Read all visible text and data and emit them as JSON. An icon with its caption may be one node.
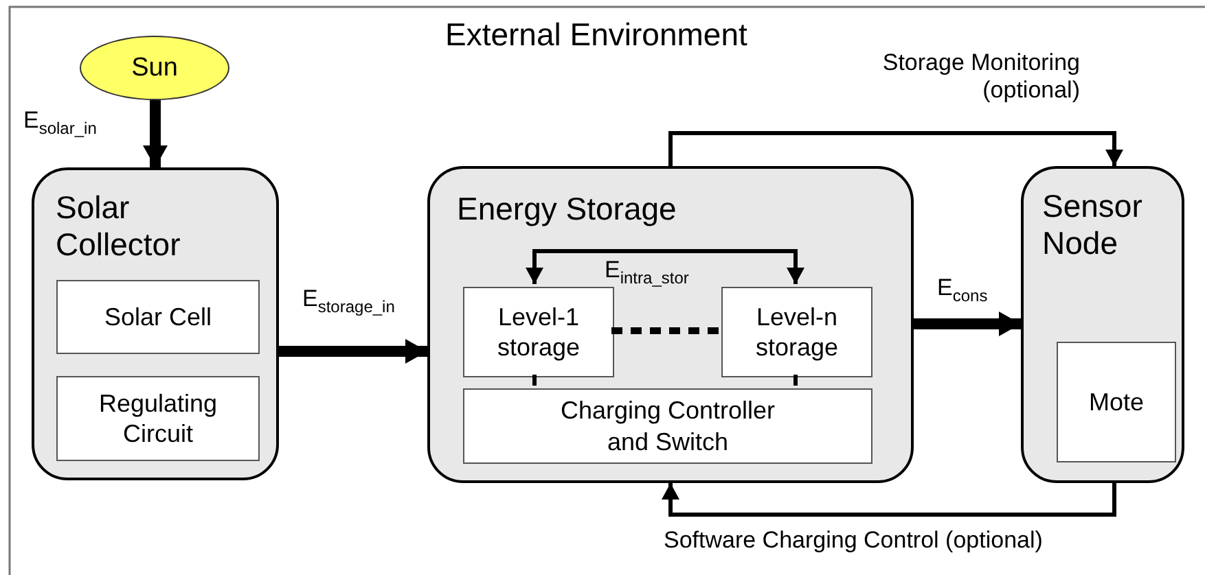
{
  "diagram": {
    "title": "External Environment",
    "nodes": [
      {
        "text": [
          "Sun"
        ]
      },
      {
        "text": [
          "Solar Collector"
        ]
      },
      {
        "text": [
          "Solar Cell"
        ],
        "in": 1
      },
      {
        "text": [
          "Regulating Circuit"
        ],
        "in": 1
      },
      {
        "text": [
          "Energy Storage"
        ]
      },
      {
        "text": [
          "Level-1 storage"
        ],
        "in": 4
      },
      {
        "text": [
          "Level-n storage"
        ],
        "in": 4
      },
      {
        "text": [
          "Charging Controller and Switch"
        ],
        "in": 4
      },
      {
        "text": [
          "Sensor Node"
        ]
      },
      {
        "text": [
          "Mote"
        ],
        "in": 8
      }
    ],
    "edges": [
      {
        "from": 0,
        "to": 1,
        "arrow": "to",
        "label": "E$_{solar_in}$",
        "style": "thick"
      },
      {
        "from": 1,
        "to": 4,
        "arrow": "to",
        "label": "E$_{storage_in}$",
        "style": "thick"
      },
      {
        "from": 4,
        "to": 8,
        "arrow": "to",
        "label": "E$_{cons}$",
        "style": "thick"
      },
      {
        "from": 5,
        "to": 6,
        "arrow": "both",
        "label": "E$_{intra_stor}$"
      },
      {
        "from": 5,
        "to": 6,
        "arrow": "none",
        "style": "dashed"
      },
      {
        "from": 5,
        "to": 7,
        "arrow": "none"
      },
      {
        "from": 6,
        "to": 7,
        "arrow": "none"
      },
      {
        "from": 4,
        "to": 8,
        "arrow": "to",
        "label": "Storage Monitoring (optional)"
      },
      {
        "from": 8,
        "to": 4,
        "arrow": "to",
        "label": "Software Charging Control (optional)"
      }
    ]
  }
}
